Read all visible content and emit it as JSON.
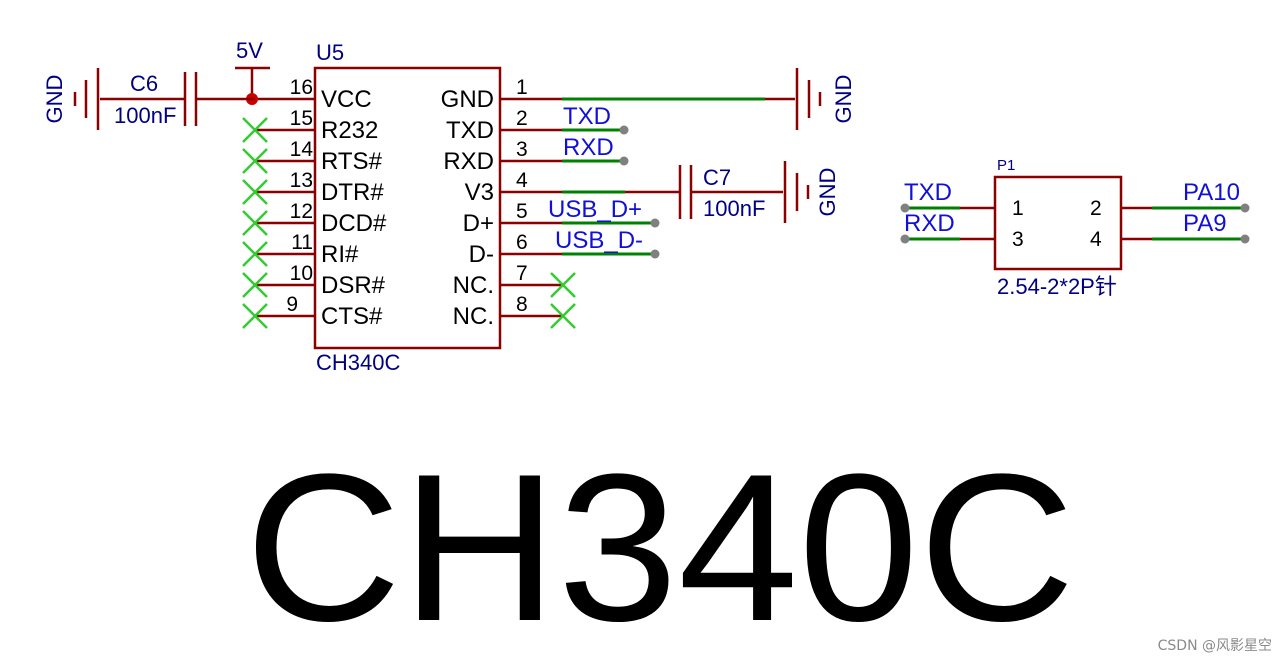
{
  "colors": {
    "part": "#8b0000",
    "wire": "#008000",
    "junction": "#cc0000",
    "noconnect": "#33cc33",
    "netlabel": "#1010d8",
    "text": "#000080",
    "pin_end": "#808080"
  },
  "u5": {
    "designator": "U5",
    "value": "CH340C",
    "left_pins": [
      {
        "num": "16",
        "name": "VCC"
      },
      {
        "num": "15",
        "name": "R232"
      },
      {
        "num": "14",
        "name": "RTS#"
      },
      {
        "num": "13",
        "name": "DTR#"
      },
      {
        "num": "12",
        "name": "DCD#"
      },
      {
        "num": "11",
        "name": "RI#"
      },
      {
        "num": "10",
        "name": "DSR#"
      },
      {
        "num": "9",
        "name": "CTS#"
      }
    ],
    "right_pins": [
      {
        "num": "1",
        "name": "GND"
      },
      {
        "num": "2",
        "name": "TXD"
      },
      {
        "num": "3",
        "name": "RXD"
      },
      {
        "num": "4",
        "name": "V3"
      },
      {
        "num": "5",
        "name": "D+"
      },
      {
        "num": "6",
        "name": "D-"
      },
      {
        "num": "7",
        "name": "NC."
      },
      {
        "num": "8",
        "name": "NC."
      }
    ]
  },
  "c6": {
    "designator": "C6",
    "value": "100nF"
  },
  "c7": {
    "designator": "C7",
    "value": "100nF"
  },
  "power": {
    "vcc": "5V",
    "gnd_left": "GND",
    "gnd_right": "GND",
    "gnd_c7": "GND"
  },
  "nets": {
    "txd": "TXD",
    "rxd": "RXD",
    "usb_dp": "USB_D+",
    "usb_dm": "USB_D-"
  },
  "p1": {
    "designator": "P1",
    "value": "2.54-2*2P针",
    "pins": [
      {
        "num": "1"
      },
      {
        "num": "2"
      },
      {
        "num": "3"
      },
      {
        "num": "4"
      }
    ],
    "left_nets": [
      "TXD",
      "RXD"
    ],
    "right_nets": [
      "PA10",
      "PA9"
    ]
  },
  "title": "CH340C",
  "watermark": "CSDN @风影星空"
}
